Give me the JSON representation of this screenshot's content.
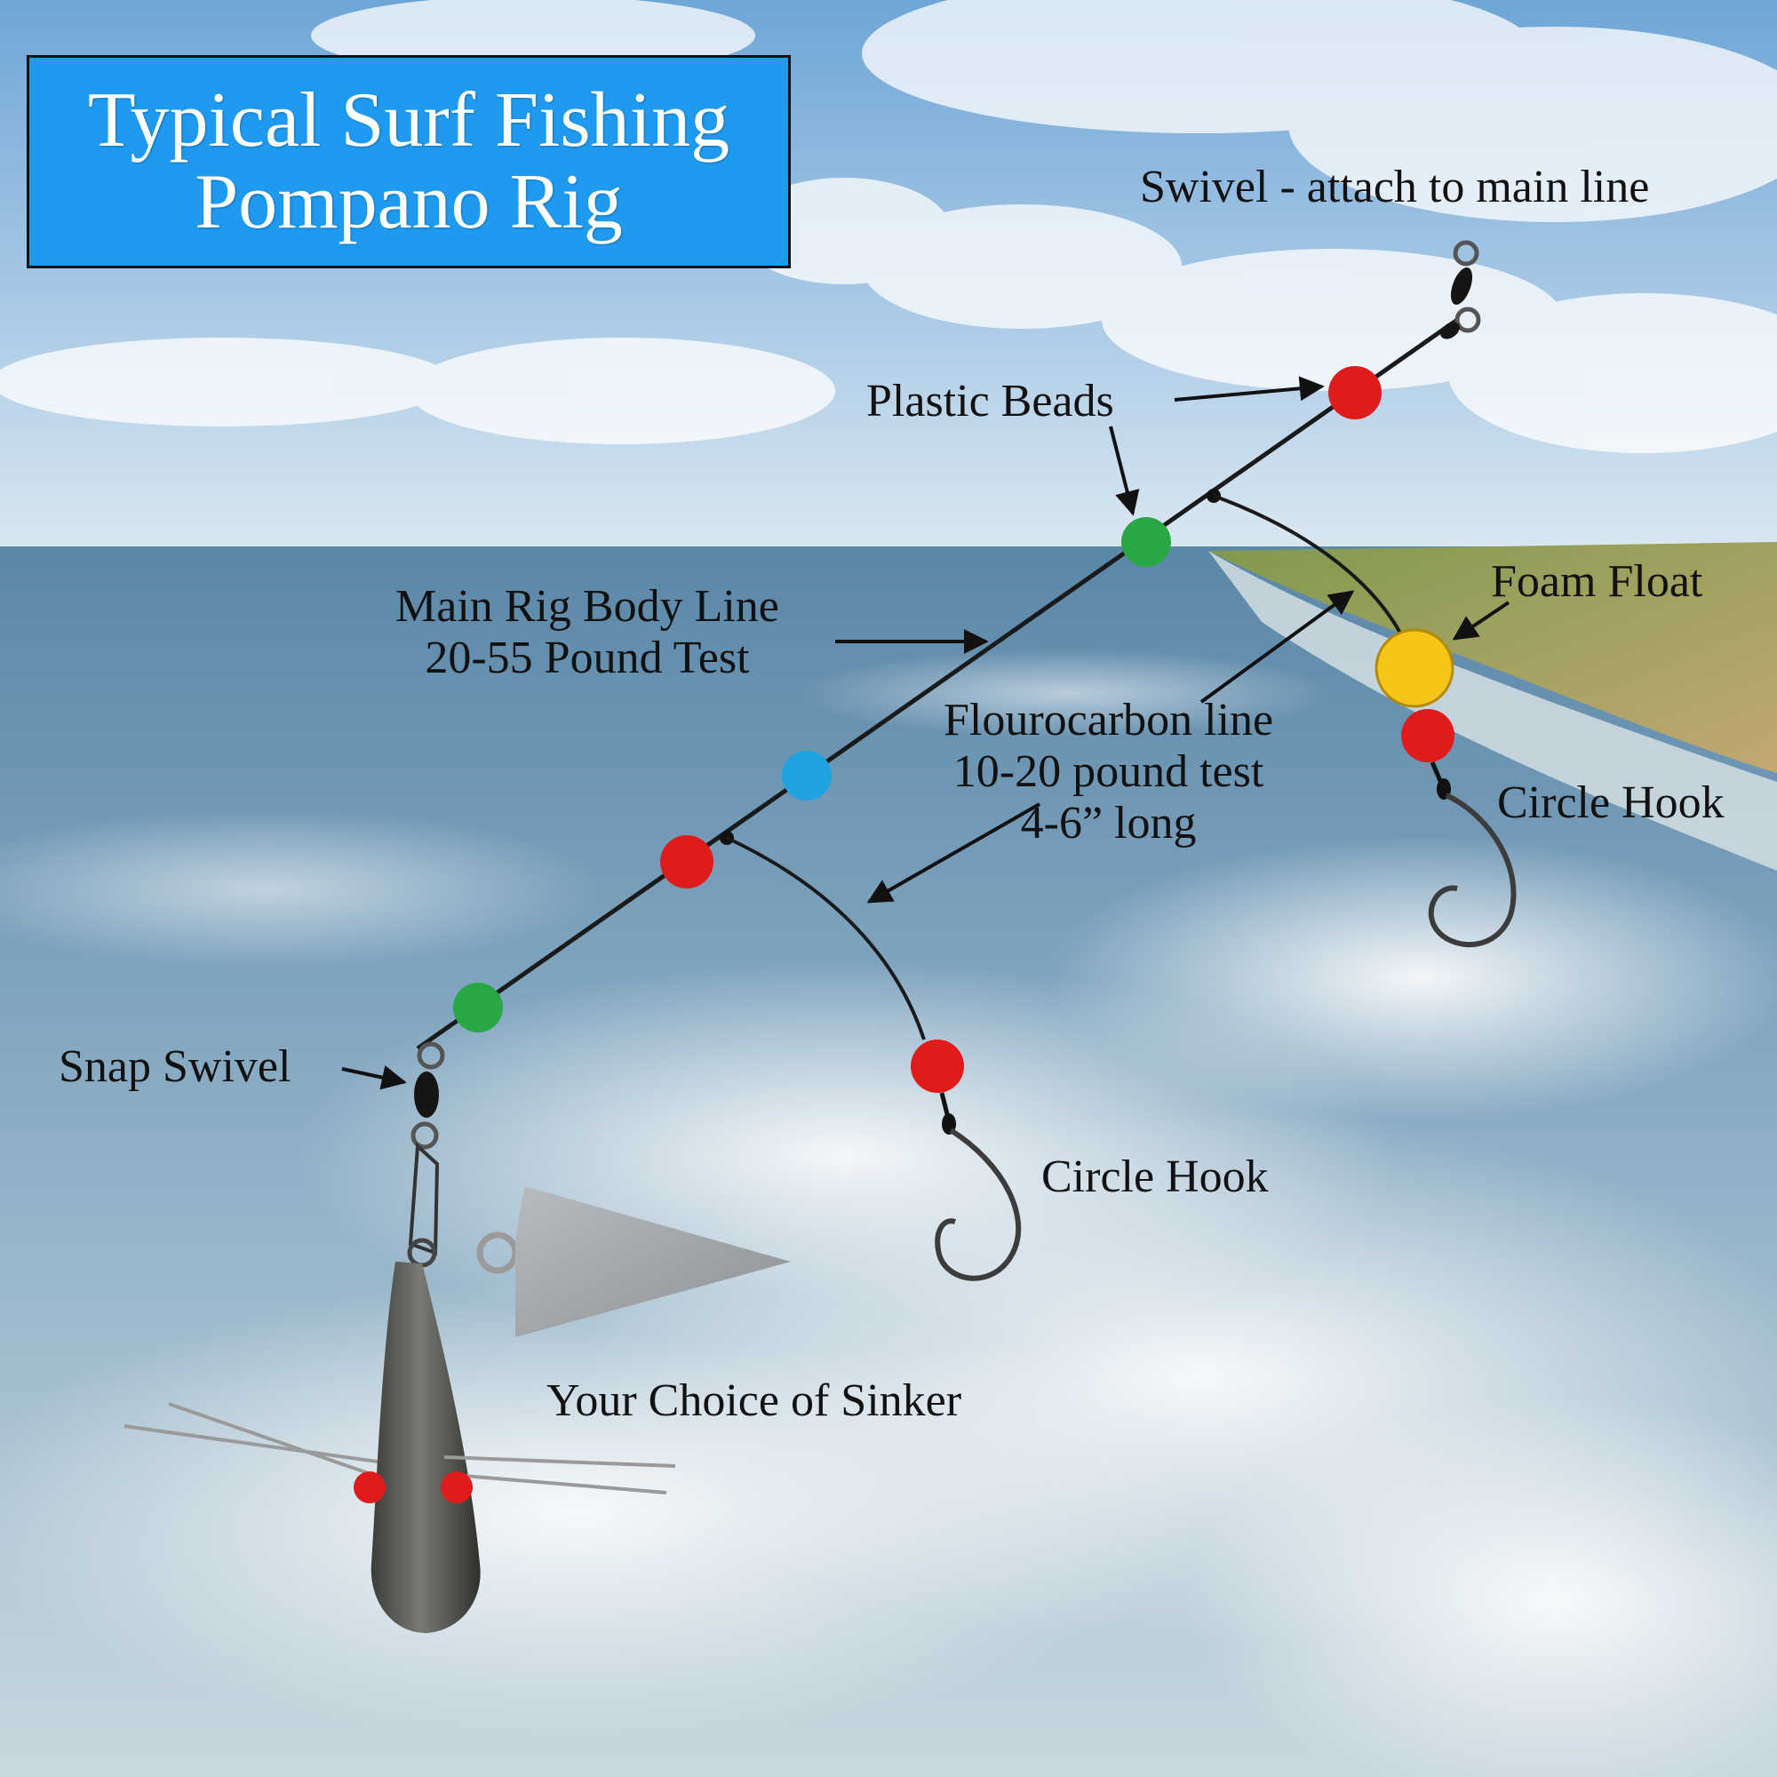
{
  "title": {
    "line1": "Typical Surf Fishing",
    "line2": "Pompano Rig"
  },
  "labels": {
    "swivel": "Swivel - attach to main line",
    "plastic_beads": "Plastic Beads",
    "main_line_1": "Main Rig Body Line",
    "main_line_2": "20-55 Pound Test",
    "foam_float": "Foam Float",
    "fluoro_1": "Flourocarbon line",
    "fluoro_2": "10-20 pound test",
    "fluoro_3": "4-6” long",
    "circle_hook_upper": "Circle Hook",
    "circle_hook_lower": "Circle Hook",
    "snap_swivel": "Snap Swivel",
    "sinker": "Your Choice of Sinker"
  },
  "colors": {
    "title_bg": "#1e9af0",
    "bead_red": "#e01b1b",
    "bead_green": "#27a844",
    "bead_blue": "#1ea3e0",
    "float_yellow": "#f5c518"
  }
}
